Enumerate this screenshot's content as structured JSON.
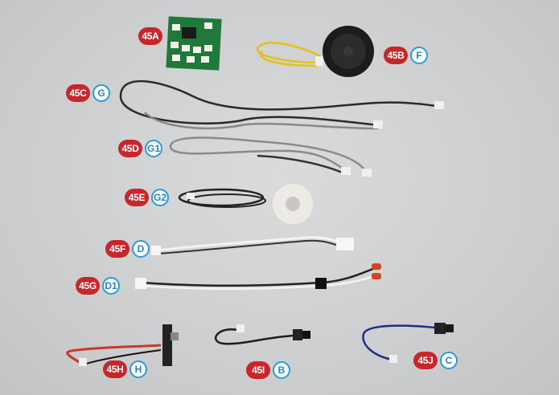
{
  "parts": [
    {
      "id": "part-45a",
      "part_number": "45A",
      "letter": ""
    },
    {
      "id": "part-45b",
      "part_number": "45B",
      "letter": "F"
    },
    {
      "id": "part-45c",
      "part_number": "45C",
      "letter": "G"
    },
    {
      "id": "part-45d",
      "part_number": "45D",
      "letter": "G1"
    },
    {
      "id": "part-45e",
      "part_number": "45E",
      "letter": "G2"
    },
    {
      "id": "part-45f",
      "part_number": "45F",
      "letter": "D"
    },
    {
      "id": "part-45g",
      "part_number": "45G",
      "letter": "D1"
    },
    {
      "id": "part-45h",
      "part_number": "45H",
      "letter": "H"
    },
    {
      "id": "part-45i",
      "part_number": "45I",
      "letter": "B"
    },
    {
      "id": "part-45j",
      "part_number": "45J",
      "letter": "C"
    }
  ],
  "colors": {
    "badge_red": "#c8262a",
    "badge_blue": "#2c9ad6",
    "background": "#cfd0d1"
  }
}
